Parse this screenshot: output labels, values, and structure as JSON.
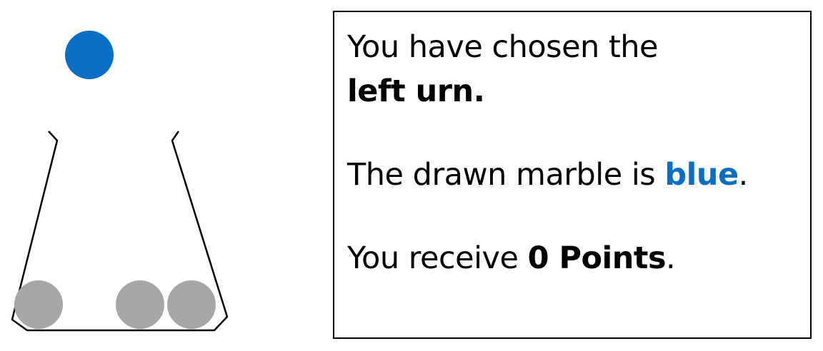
{
  "colors": {
    "marble_drawn": "#0a6fc4",
    "marble_remaining": "#a6a6a6",
    "urn_outline": "#000000",
    "highlight_text": "#0a6fc4"
  },
  "result": {
    "line1": "You have chosen the",
    "line2": "left urn.",
    "line3_prefix": "The drawn marble is ",
    "line3_color_word": "blue",
    "line3_suffix": ".",
    "line4_prefix": "You receive ",
    "line4_points": "0 Points",
    "line4_suffix": "."
  },
  "urn": {
    "remaining_marbles": [
      "gray",
      "gray",
      "gray"
    ],
    "drawn_marble": "blue"
  }
}
